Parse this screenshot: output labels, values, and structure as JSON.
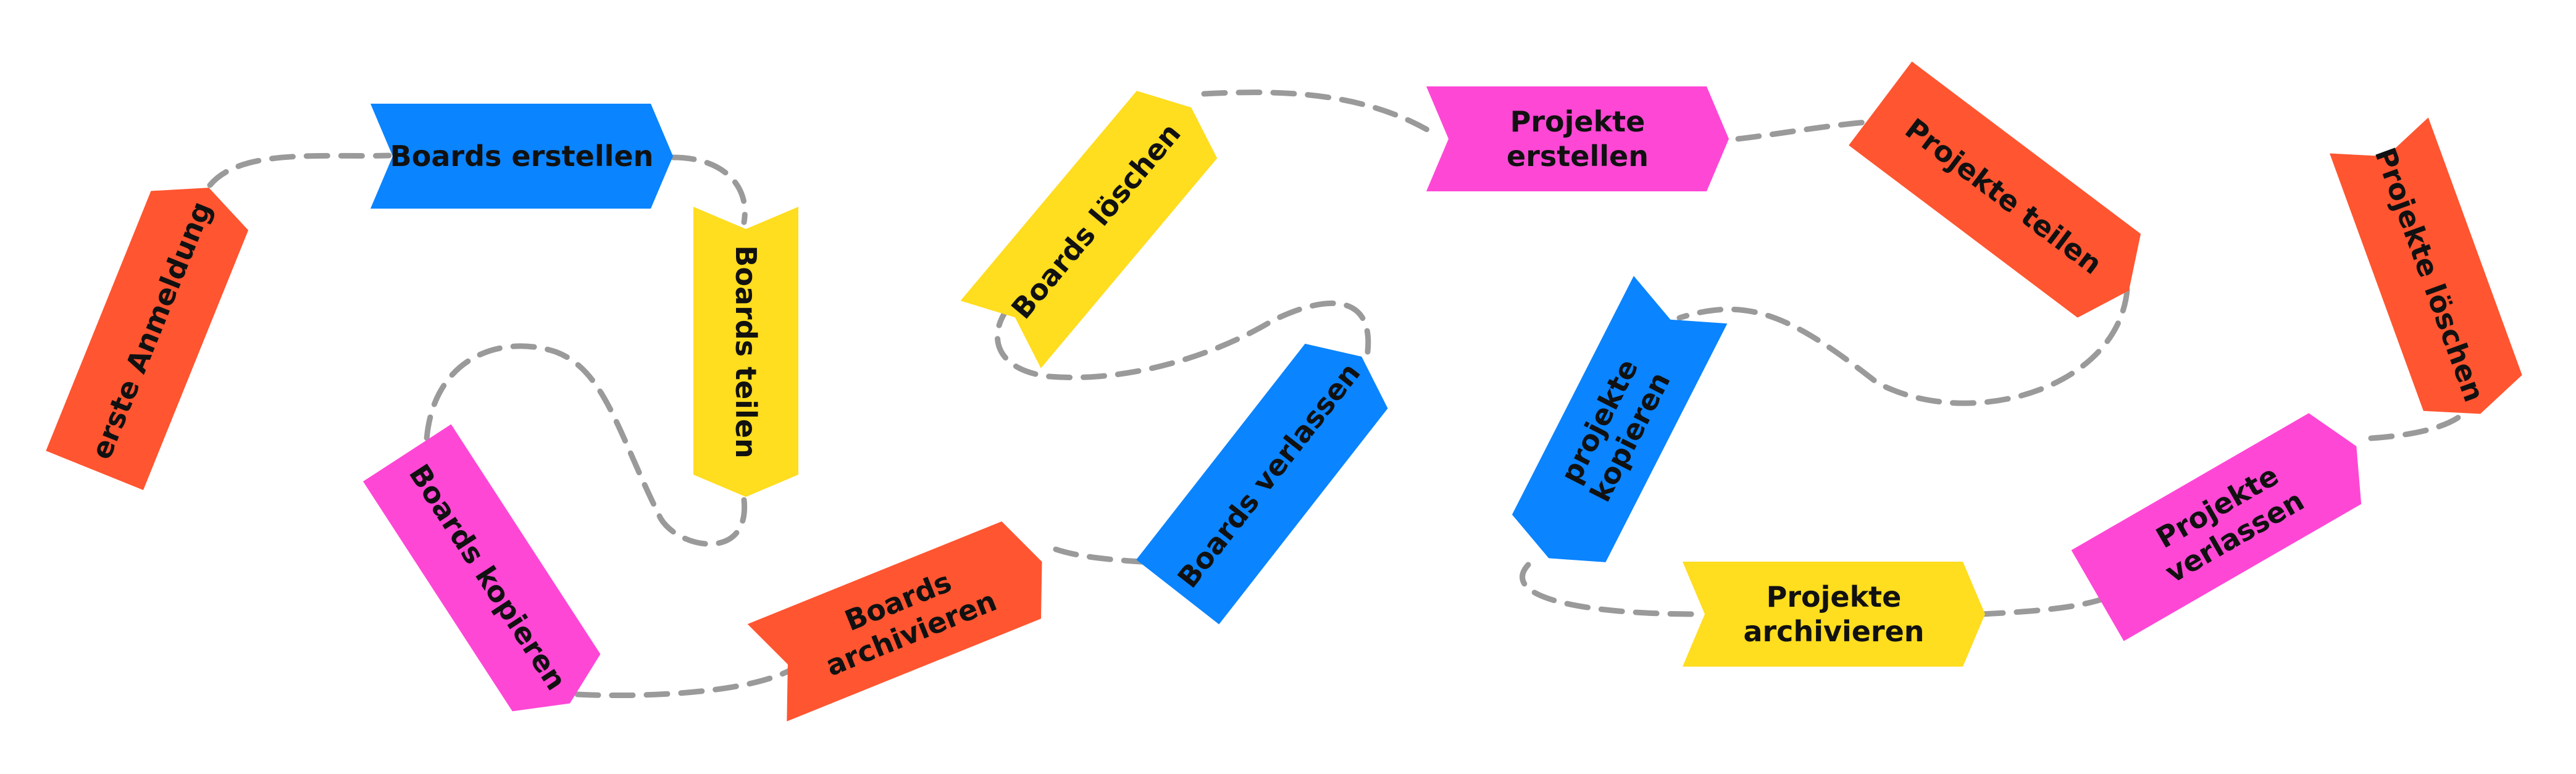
{
  "colors": {
    "orange": "#FF5530",
    "blue": "#0A84FF",
    "yellow": "#FFDD1F",
    "pink": "#FF47D6",
    "connector": "#9A9A9A",
    "text": "#111111"
  },
  "steps": [
    {
      "id": "erste-anmeldung",
      "lines": [
        "erste Anmeldung"
      ],
      "color": "orange"
    },
    {
      "id": "boards-erstellen",
      "lines": [
        "Boards erstellen"
      ],
      "color": "blue"
    },
    {
      "id": "boards-teilen",
      "lines": [
        "Boards teilen"
      ],
      "color": "yellow"
    },
    {
      "id": "boards-kopieren",
      "lines": [
        "Boards kopieren"
      ],
      "color": "pink"
    },
    {
      "id": "boards-archivieren",
      "lines": [
        "Boards",
        "archivieren"
      ],
      "color": "orange"
    },
    {
      "id": "boards-verlassen",
      "lines": [
        "Boards verlassen"
      ],
      "color": "blue"
    },
    {
      "id": "boards-loeschen",
      "lines": [
        "Boards löschen"
      ],
      "color": "yellow"
    },
    {
      "id": "projekte-erstellen",
      "lines": [
        "Projekte",
        "erstellen"
      ],
      "color": "pink"
    },
    {
      "id": "projekte-teilen",
      "lines": [
        "Projekte teilen"
      ],
      "color": "orange"
    },
    {
      "id": "projekte-kopieren",
      "lines": [
        "projekte",
        "kopieren"
      ],
      "color": "blue"
    },
    {
      "id": "projekte-archivieren",
      "lines": [
        "Projekte",
        "archivieren"
      ],
      "color": "yellow"
    },
    {
      "id": "projekte-verlassen",
      "lines": [
        "Projekte",
        "verlassen"
      ],
      "color": "pink"
    },
    {
      "id": "projekte-loeschen",
      "lines": [
        "Projekte löschen"
      ],
      "color": "orange"
    }
  ]
}
